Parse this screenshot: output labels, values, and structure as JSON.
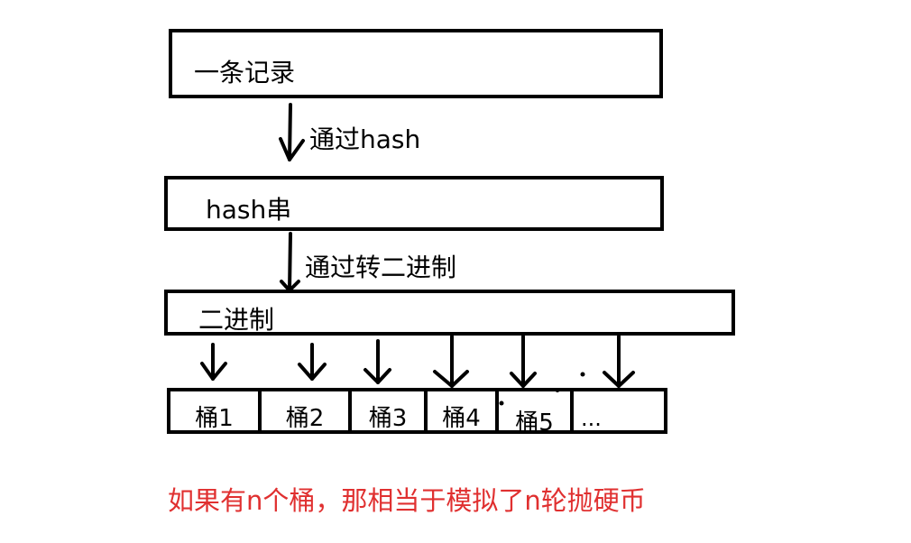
{
  "boxes": {
    "record": "一条记录",
    "hash_string": "hash串",
    "binary": "二进制"
  },
  "arrows": {
    "step1": "通过hash",
    "step2": "通过转二进制"
  },
  "buckets": [
    "桶1",
    "桶2",
    "桶3",
    "桶4",
    "桶5",
    "..."
  ],
  "footer_note": "如果有n个桶，那相当于模拟了n轮抛硬币",
  "colors": {
    "stroke": "#000000",
    "note": "#e03030"
  }
}
